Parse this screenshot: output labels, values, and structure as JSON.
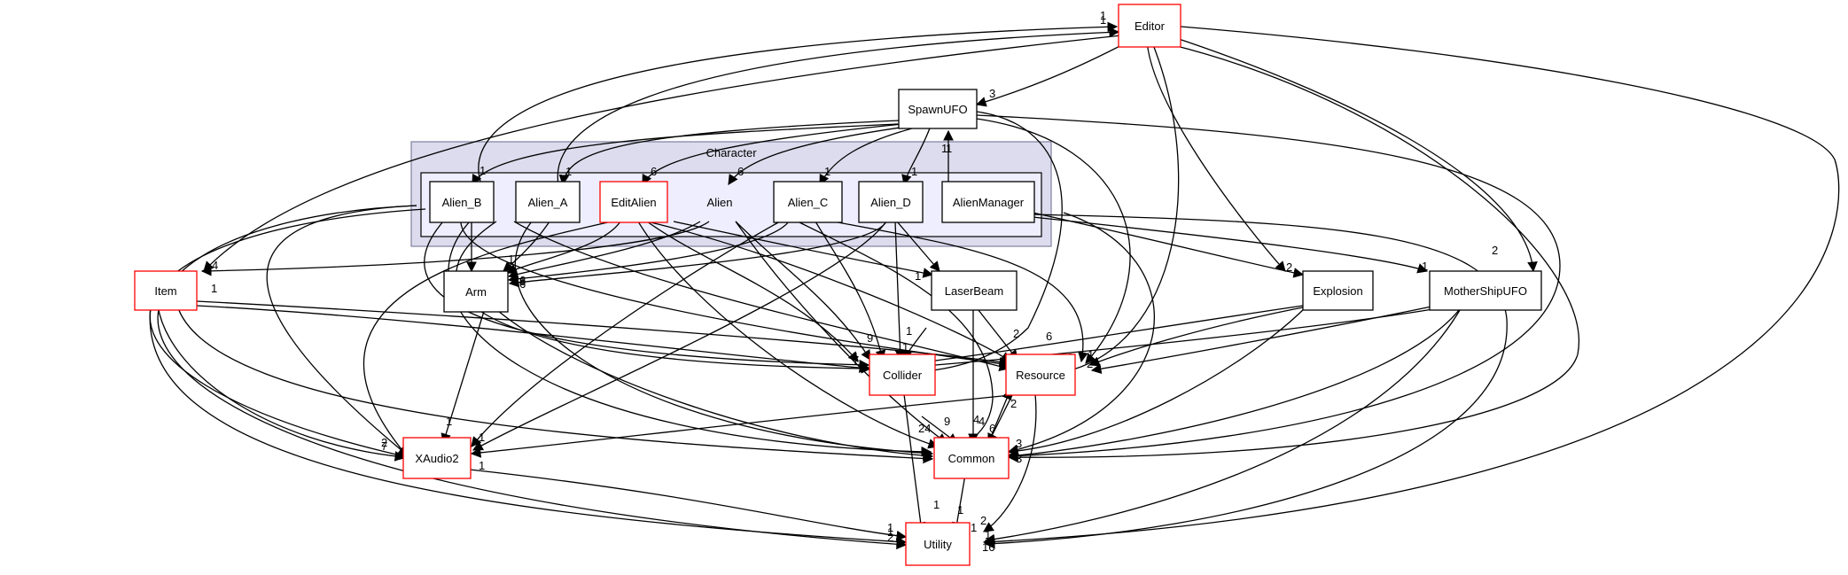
{
  "colors": {
    "outer_cluster_fill": "#dcdcee",
    "outer_cluster_stroke": "#7f7f9f",
    "inner_cluster_fill": "#eeeeff",
    "inner_cluster_stroke": "#000000",
    "node_fill": "#ffffff",
    "normal_border": "#000000",
    "linked_border": "#ff0000",
    "edge": "#000000"
  },
  "clusters": {
    "outer": {
      "label": "Character"
    },
    "inner": {
      "label": ""
    }
  },
  "nodes": [
    {
      "id": "editor",
      "label": "Editor",
      "border": "red"
    },
    {
      "id": "spawnufo",
      "label": "SpawnUFO",
      "border": "black"
    },
    {
      "id": "alien_b",
      "label": "Alien_B",
      "border": "black"
    },
    {
      "id": "alien_a",
      "label": "Alien_A",
      "border": "black"
    },
    {
      "id": "editalien",
      "label": "EditAlien",
      "border": "red"
    },
    {
      "id": "alien",
      "label": "Alien",
      "border": "none"
    },
    {
      "id": "alien_c",
      "label": "Alien_C",
      "border": "black"
    },
    {
      "id": "alien_d",
      "label": "Alien_D",
      "border": "black"
    },
    {
      "id": "alienmanager",
      "label": "AlienManager",
      "border": "black"
    },
    {
      "id": "item",
      "label": "Item",
      "border": "red"
    },
    {
      "id": "arm",
      "label": "Arm",
      "border": "black"
    },
    {
      "id": "laserbeam",
      "label": "LaserBeam",
      "border": "black"
    },
    {
      "id": "explosion",
      "label": "Explosion",
      "border": "black"
    },
    {
      "id": "mothershipufo",
      "label": "MotherShipUFO",
      "border": "black"
    },
    {
      "id": "collider",
      "label": "Collider",
      "border": "red"
    },
    {
      "id": "resource",
      "label": "Resource",
      "border": "red"
    },
    {
      "id": "xaudio2",
      "label": "XAudio2",
      "border": "red"
    },
    {
      "id": "common",
      "label": "Common",
      "border": "red"
    },
    {
      "id": "utility",
      "label": "Utility",
      "border": "red"
    }
  ],
  "edge_labels": [
    "1",
    "1",
    "3",
    "1",
    "1",
    "6",
    "6",
    "1",
    "1",
    "1",
    "4",
    "1",
    "2",
    "1",
    "2",
    "3",
    "1",
    "1",
    "6",
    "6",
    "8",
    "7",
    "1",
    "1",
    "9",
    "1",
    "2",
    "6",
    "2",
    "4",
    "9",
    "24",
    "4",
    "6",
    "2",
    "3",
    "1",
    "2",
    "7",
    "1",
    "1",
    "1",
    "1",
    "1",
    "2",
    "16",
    "3",
    "2",
    "1",
    "1",
    "1",
    "1",
    "2",
    "1"
  ]
}
